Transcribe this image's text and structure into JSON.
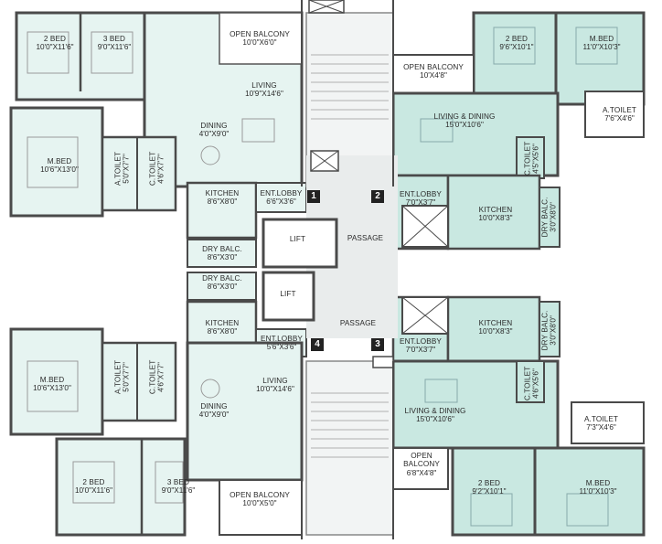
{
  "units": [
    {
      "id": "1",
      "tag": "1"
    },
    {
      "id": "2",
      "tag": "2"
    },
    {
      "id": "3",
      "tag": "3"
    },
    {
      "id": "4",
      "tag": "4"
    }
  ],
  "rooms": {
    "u1_bed2": {
      "name": "2 BED",
      "dim": "10'0\"X11'6\""
    },
    "u1_bed3": {
      "name": "3 BED",
      "dim": "9'0\"X11'6\""
    },
    "u1_balc": {
      "name": "OPEN BALCONY",
      "dim": "10'0\"X6'0\""
    },
    "u1_living": {
      "name": "LIVING",
      "dim": "10'9\"X14'6\""
    },
    "u1_dining": {
      "name": "DINING",
      "dim": "4'0\"X9'0\""
    },
    "u1_mbed": {
      "name": "M.BED",
      "dim": "10'6\"X13'0\""
    },
    "u1_atoilet": {
      "name": "A.TOILET",
      "dim": "5'0\"X7'7\""
    },
    "u1_ctoilet": {
      "name": "C.TOILET",
      "dim": "4'6\"X7'7\""
    },
    "u1_kitchen": {
      "name": "KITCHEN",
      "dim": "8'6\"X8'0\""
    },
    "u1_lobby": {
      "name": "ENT.LOBBY",
      "dim": "6'6\"X3'6\""
    },
    "u1_drybalc": {
      "name": "DRY BALC.",
      "dim": "8'6\"X3'0\""
    },
    "u2_bed2": {
      "name": "2 BED",
      "dim": "9'6\"X10'1\""
    },
    "u2_mbed": {
      "name": "M.BED",
      "dim": "11'0\"X10'3\""
    },
    "u2_balc": {
      "name": "OPEN BALCONY",
      "dim": "10'X4'8\""
    },
    "u2_living": {
      "name": "LIVING & DINING",
      "dim": "15'0\"X10'6\""
    },
    "u2_atoilet": {
      "name": "A.TOILET",
      "dim": "7'6\"X4'6\""
    },
    "u2_ctoilet": {
      "name": "C.TOILET",
      "dim": "4'5\"X5'6\""
    },
    "u2_lobby": {
      "name": "ENT.LOBBY",
      "dim": "7'0\"X3'7\""
    },
    "u2_kitchen": {
      "name": "KITCHEN",
      "dim": "10'0\"X8'3\""
    },
    "u2_drybalc": {
      "name": "DRY BALC.",
      "dim": "3'0\"X8'0\""
    },
    "u3_kitchen": {
      "name": "KITCHEN",
      "dim": "10'0\"X8'3\""
    },
    "u3_drybalc": {
      "name": "DRY BALC.",
      "dim": "3'0\"X8'0\""
    },
    "u3_lobby": {
      "name": "ENT.LOBBY",
      "dim": "7'0\"X3'7\""
    },
    "u3_ctoilet": {
      "name": "C.TOILET",
      "dim": "4'6\"X5'6\""
    },
    "u3_living": {
      "name": "LIVING & DINING",
      "dim": "15'0\"X10'6\""
    },
    "u3_atoilet": {
      "name": "A.TOILET",
      "dim": "7'3\"X4'6\""
    },
    "u3_balc": {
      "name": "OPEN BALCONY",
      "dim": "6'8\"X4'8\""
    },
    "u3_bed2": {
      "name": "2 BED",
      "dim": "9'2\"X10'1\""
    },
    "u3_mbed": {
      "name": "M.BED",
      "dim": "11'0\"X10'3\""
    },
    "u4_drybalc": {
      "name": "DRY BALC.",
      "dim": "8'6\"X3'0\""
    },
    "u4_kitchen": {
      "name": "KITCHEN",
      "dim": "8'6\"X8'0\""
    },
    "u4_lobby": {
      "name": "ENT.LOBBY",
      "dim": "5'6\"X3'6\""
    },
    "u4_mbed": {
      "name": "M.BED",
      "dim": "10'6\"X13'0\""
    },
    "u4_atoilet": {
      "name": "A.TOILET",
      "dim": "5'0\"X7'7\""
    },
    "u4_ctoilet": {
      "name": "C.TOILET",
      "dim": "4'6\"X7'7\""
    },
    "u4_living": {
      "name": "LIVING",
      "dim": "10'0\"X14'6\""
    },
    "u4_dining": {
      "name": "DINING",
      "dim": "4'0\"X9'0\""
    },
    "u4_bed2": {
      "name": "2 BED",
      "dim": "10'0\"X11'6\""
    },
    "u4_bed3": {
      "name": "3 BED",
      "dim": "9'0\"X11'6\""
    },
    "u4_balc": {
      "name": "OPEN BALCONY",
      "dim": "10'0\"X5'0\""
    }
  },
  "core": {
    "lift_1": "LIFT",
    "lift_2": "LIFT",
    "passage_1": "PASSAGE",
    "passage_2": "PASSAGE"
  },
  "colors": {
    "unit_fill": "#e6f4f1",
    "unit_fill_right": "#c9e8e1",
    "wall": "#4a4a4a",
    "core_fill": "#e9ecec",
    "line": "#8a8a8a"
  }
}
